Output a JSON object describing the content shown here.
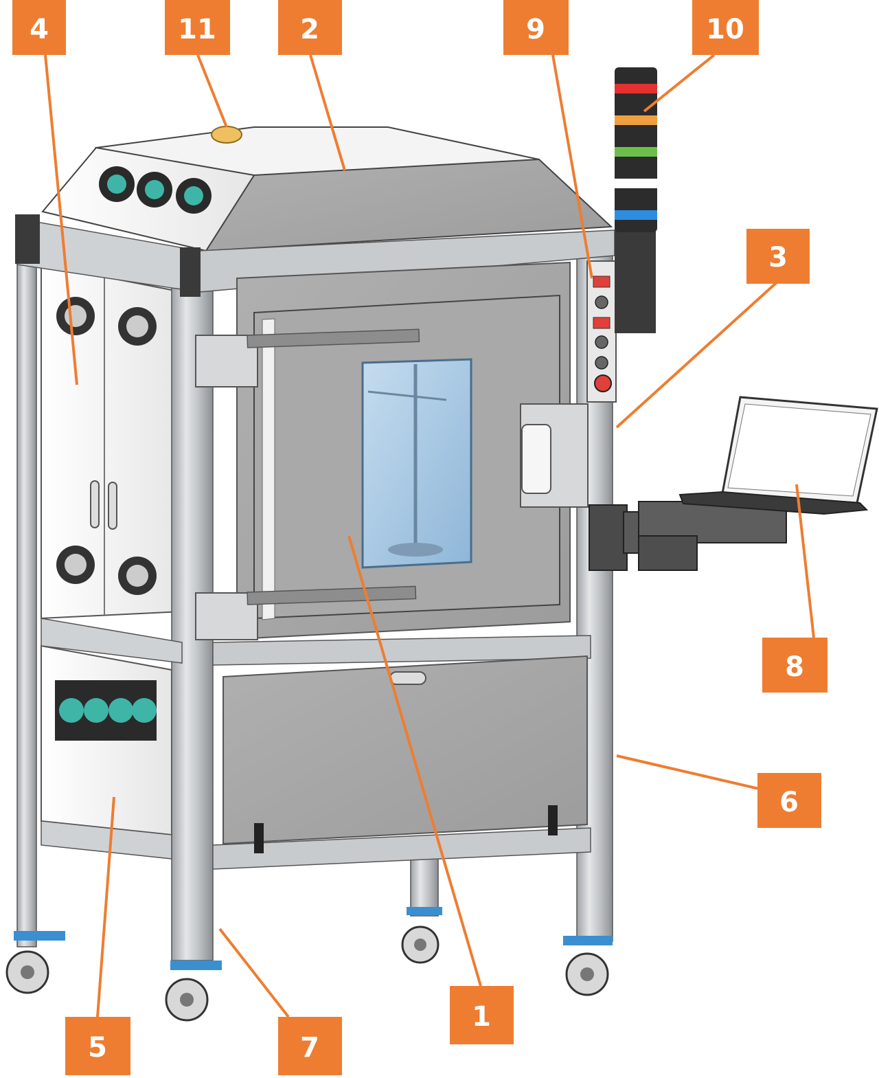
{
  "colors": {
    "accent": "#EE7D31",
    "frame_dark": "#3a3a3a",
    "frame_light": "#d4d7da",
    "panel_grey": "#a4a4a4",
    "panel_white": "#f2f2f2",
    "glass": "#a9c9e3",
    "foot_blue": "#3a8fd1",
    "fan_teal": "#3fb5a8"
  },
  "callouts": {
    "c1": "1",
    "c2": "2",
    "c3": "3",
    "c4": "4",
    "c5": "5",
    "c6": "6",
    "c7": "7",
    "c8": "8",
    "c9": "9",
    "c10": "10",
    "c11": "11"
  },
  "signal_tower": {
    "segments": [
      "#e53030",
      "#f0a040",
      "#6cc04a",
      "#ffffff",
      "#2f8de0"
    ]
  }
}
